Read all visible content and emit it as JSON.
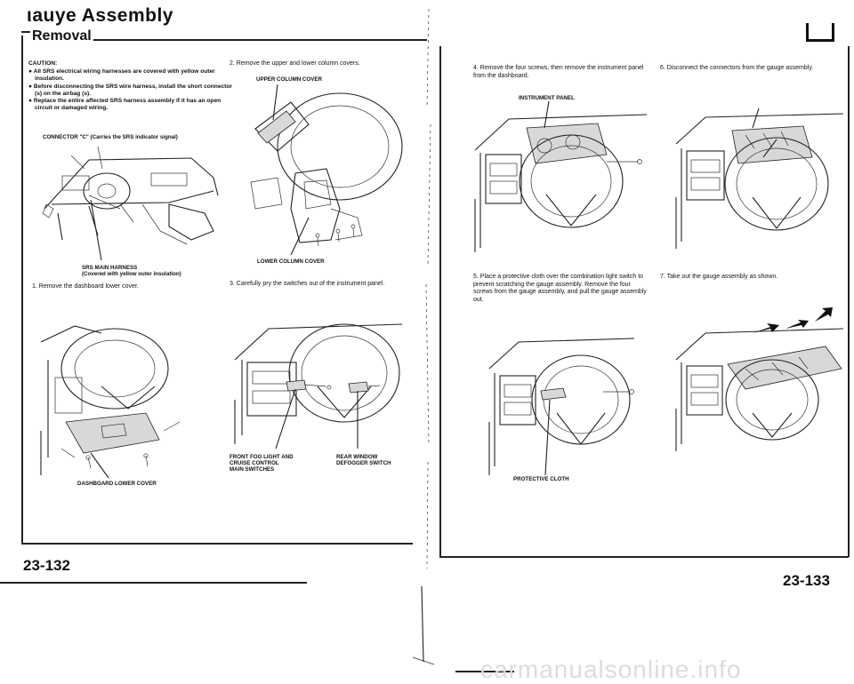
{
  "header": {
    "title": "ιauye Assembly",
    "subtitle": "Removal"
  },
  "caution": {
    "heading": "CAUTION:",
    "items": [
      "● All SRS electrical wiring harnesses are covered with yellow outer insulation.",
      "● Before disconnecting the SRS wire harness, install the short connector (s) on the airbag (s).",
      "● Replace the entire affected SRS harness assembly if it has an open circuit or damaged wiring."
    ]
  },
  "labels": {
    "connector_c": "CONNECTOR \"C\" (Carries the SRS indicator signal)",
    "srs_main_harness": "SRS MAIN HARNESS",
    "srs_main_harness_note": "(Covered with yellow outer insulation)",
    "dashboard_lower_cover": "DASHBOARD LOWER COVER",
    "upper_column_cover": "UPPER COLUMN COVER",
    "lower_column_cover": "LOWER COLUMN COVER",
    "front_fog_line1": "FRONT FOG LIGHT AND",
    "front_fog_line2": "CRUISE CONTROL",
    "front_fog_line3": "MAIN SWITCHES",
    "rear_window_line1": "REAR WINDOW",
    "rear_window_line2": "DEFOGGER SWITCH",
    "instrument_panel": "INSTRUMENT PANEL",
    "protective_cloth": "PROTECTIVE CLOTH"
  },
  "steps": {
    "s1": "1.  Remove the dashboard lower cover.",
    "s2": "2.  Remove the upper and lower column covers.",
    "s3": "3.  Carefully pry the switches out of the instrument panel.",
    "s4": "4.  Remove the four screws, then remove the instrument panel from the dashboard.",
    "s5": "5.  Place a protective cloth over the combination light switch to prevent scratching the gauge assembly. Remove the four screws from the gauge assembly, and pull the gauge assembly out.",
    "s6": "6.  Disconnect the connectors from the gauge assembly.",
    "s7": "7.  Take out the gauge assembly as shown."
  },
  "footer": {
    "page_left": "23-132",
    "page_right": "23-133",
    "watermark": "carmanualsonline.info"
  }
}
